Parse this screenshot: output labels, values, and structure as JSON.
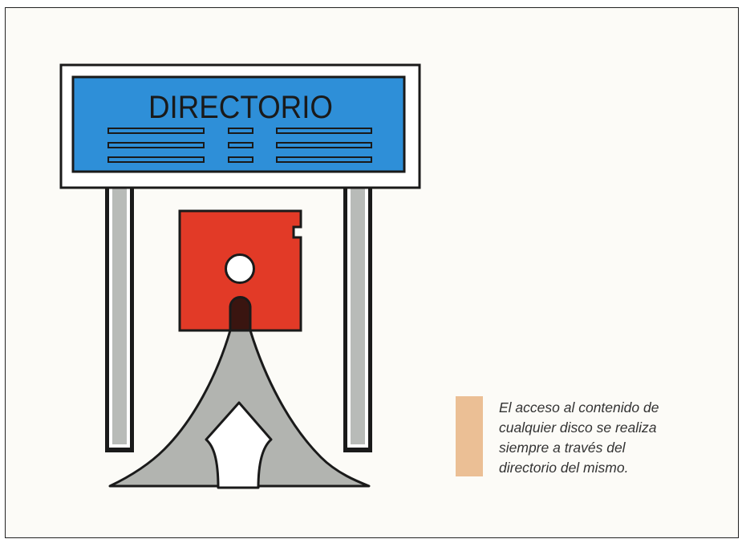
{
  "sign": {
    "title": "DIRECTORIO"
  },
  "caption": {
    "lines": [
      "El acceso al contenido de",
      "cualquier disco se realiza",
      "siempre a través del",
      "directorio del mismo."
    ]
  },
  "colors": {
    "sign_blue": "#2e8fd8",
    "disk_red": "#e23a27",
    "road_gray": "#b2b4b0",
    "post_gray": "#b8bbb8",
    "caption_swatch": "#ebbf95",
    "outline": "#1a1a1a"
  },
  "icons": {
    "disk": "floppy-disk-icon",
    "arrow": "up-arrow-icon"
  }
}
